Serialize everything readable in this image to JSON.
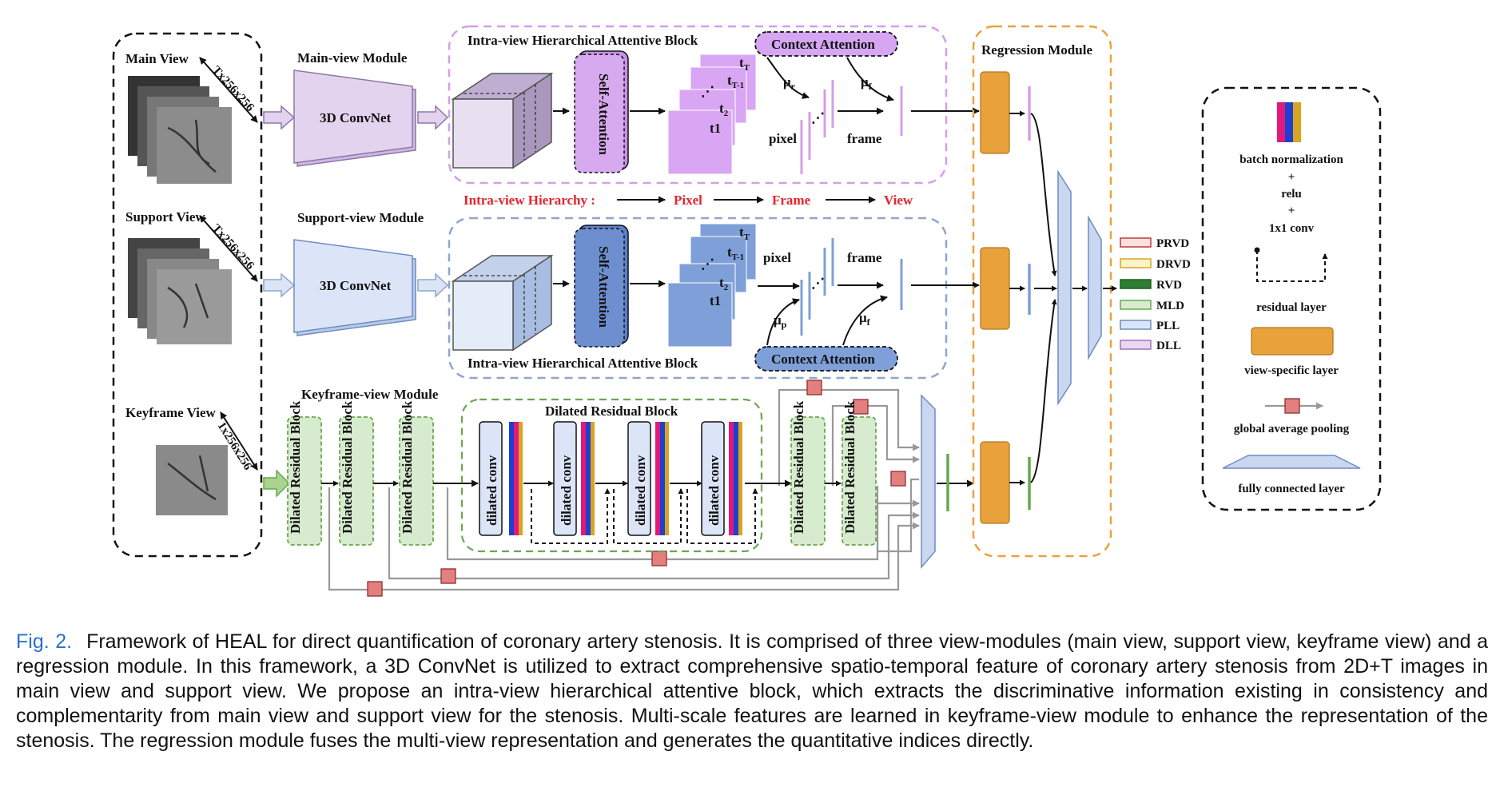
{
  "views": {
    "main": {
      "title": "Main View",
      "dims": "Tx256x256"
    },
    "support": {
      "title": "Support View",
      "dims": "Tx256x256"
    },
    "keyframe": {
      "title": "Keyframe View",
      "dims": "1x256x256"
    }
  },
  "modules": {
    "main": "Main-view Module",
    "support": "Support-view Module",
    "keyframe": "Keyframe-view Module",
    "convnet": "3D ConvNet",
    "regression": "Regression Module"
  },
  "attentive_block": {
    "title": "Intra-view Hierarchical Attentive Block",
    "self_attention": "Self-Attention",
    "context_attention": "Context Attention",
    "frames": [
      "t",
      "t",
      "t",
      "t1"
    ],
    "frame_subs": [
      "T",
      "T-1",
      "2",
      ""
    ],
    "pixel": "pixel",
    "frame": "frame",
    "mu_r": "μ",
    "mu_r_sub": "r",
    "mu_f": "μ",
    "mu_f_sub": "f",
    "mu_p": "μ",
    "mu_p_sub": "p"
  },
  "hierarchy": {
    "label": "Intra-view Hierarchy :",
    "steps": [
      "Pixel",
      "Frame",
      "View"
    ]
  },
  "dilated": {
    "group_title": "Dilated Residual Block",
    "block_label": "Dilated Residual Block",
    "conv_label": "dilated conv"
  },
  "outputs": [
    "PRVD",
    "DRVD",
    "RVD",
    "MLD",
    "PLL",
    "DLL"
  ],
  "legend": {
    "bn": "batch normalization",
    "plus1": "+",
    "relu": "relu",
    "plus2": "+",
    "conv": "1x1 conv",
    "residual": "residual layer",
    "view_specific": "view-specific layer",
    "gap": "global average pooling",
    "fc": "fully connected layer"
  },
  "caption": {
    "label": "Fig. 2.",
    "text": "Framework of HEAL for direct quantification of coronary artery stenosis. It is comprised of three view-modules (main view, support view, keyframe view) and a regression module. In this framework, a 3D ConvNet is utilized to extract comprehensive spatio-temporal feature of coronary artery stenosis from 2D+T images in main view and support view. We propose an intra-view hierarchical attentive block, which extracts the discriminative information existing in consistency and complementarity from main view and support view for the stenosis. Multi-scale features are learned in keyframe-view module to enhance the representation of the stenosis. The regression module fuses the multi-view representation and generates the quantitative indices directly."
  },
  "colors": {
    "purple": "#d8bff0",
    "purple_dark": "#b27ad6",
    "blue": "#7f9fd8",
    "blue_light": "#dbe5f7",
    "green": "#d7ebcf",
    "green_dark": "#6aa84f",
    "orange": "#e9a23b",
    "gap_red": "#e47f7f",
    "caption_label": "#2a72c3"
  }
}
